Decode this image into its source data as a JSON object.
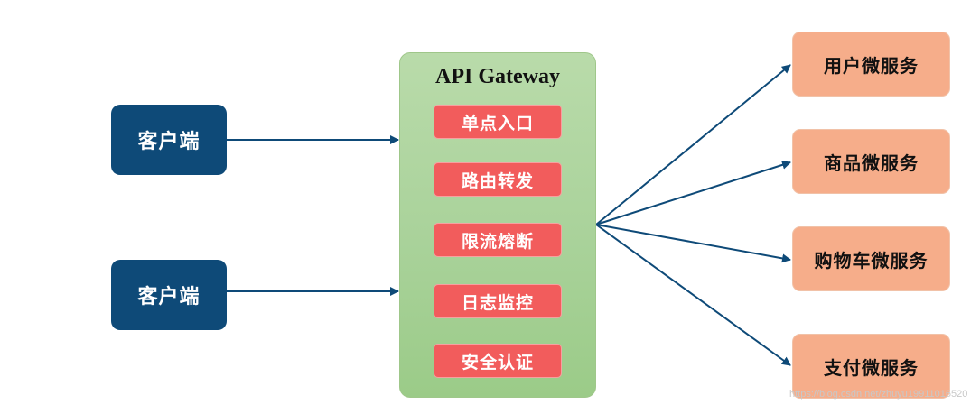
{
  "clients": [
    {
      "label": "客户端"
    },
    {
      "label": "客户端"
    }
  ],
  "gateway": {
    "title": "API Gateway",
    "features": [
      {
        "label": "单点入口"
      },
      {
        "label": "路由转发"
      },
      {
        "label": "限流熔断"
      },
      {
        "label": "日志监控"
      },
      {
        "label": "安全认证"
      }
    ]
  },
  "services": [
    {
      "label": "用户微服务"
    },
    {
      "label": "商品微服务"
    },
    {
      "label": "购物车微服务"
    },
    {
      "label": "支付微服务"
    }
  ],
  "watermark": "https://blog.csdn.net/zhuyu19911016520",
  "colors": {
    "client": "#0e4a78",
    "gateway": "#a9d29a",
    "feature": "#f25c5c",
    "service": "#f6ad8a",
    "arrow": "#0e4a78"
  }
}
